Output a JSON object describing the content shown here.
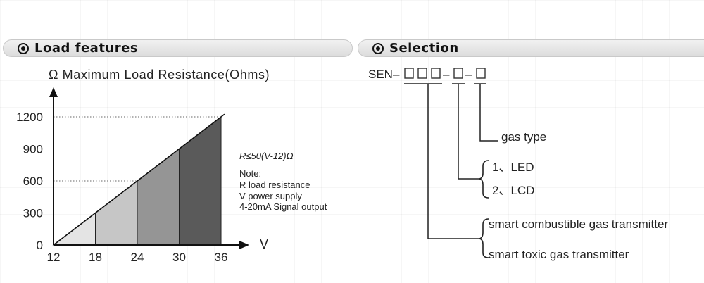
{
  "load_section": {
    "title": "Load features",
    "chart_title": "Ω  Maximum Load Resistance(Ohms)",
    "x_unit": "V",
    "formula": "R≤50(V-12)Ω",
    "note_title": "Note:",
    "note_lines": [
      "R load resistance",
      "V power supply",
      "4-20mA Signal output"
    ]
  },
  "selection_section": {
    "title": "Selection",
    "code_prefix": "SEN–",
    "code_dash": "–",
    "gas_type_label": "gas type",
    "display_options": [
      "1、LED",
      "2、LCD"
    ],
    "transmitter_options": [
      "smart combustible gas transmitter",
      "smart toxic gas transmitter"
    ]
  },
  "chart_data": {
    "type": "area",
    "x": [
      12,
      18,
      24,
      30,
      36
    ],
    "y": [
      0,
      300,
      600,
      900,
      1200
    ],
    "x_ticks": [
      "12",
      "18",
      "24",
      "30",
      "36"
    ],
    "y_ticks": [
      "0",
      "300",
      "600",
      "900",
      "1200"
    ],
    "xlim": [
      12,
      36
    ],
    "ylim": [
      0,
      1200
    ],
    "band_colors": [
      "#e4e4e4",
      "#c6c6c6",
      "#959595",
      "#5a5a5a"
    ]
  }
}
